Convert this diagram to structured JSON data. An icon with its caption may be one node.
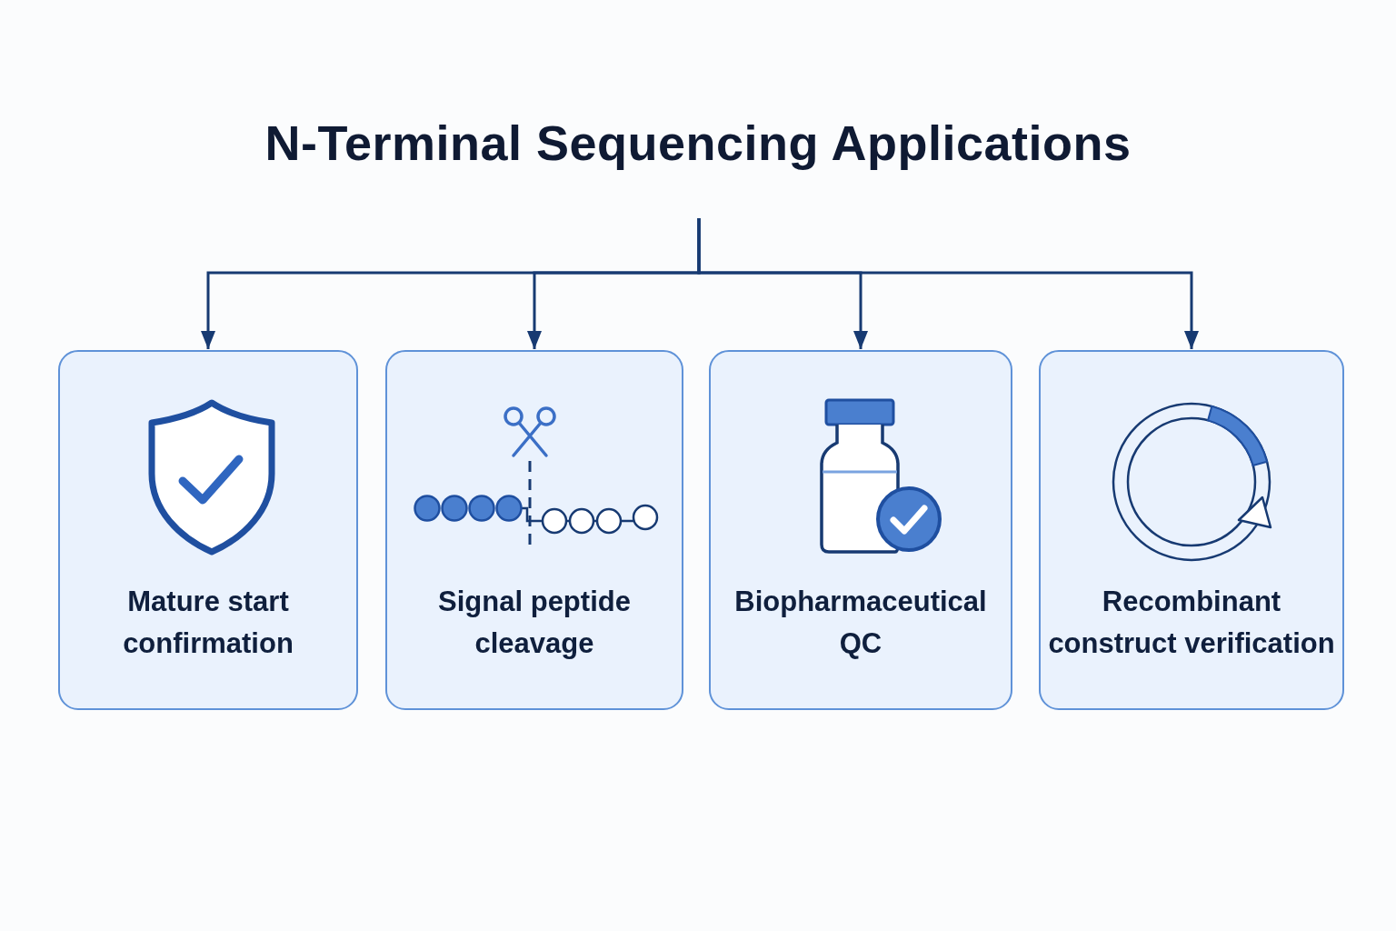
{
  "diagram": {
    "title": "N-Terminal Sequencing Applications",
    "nodes": [
      {
        "text": [
          "Mature start confirmation"
        ]
      },
      {
        "text": [
          "Signal peptide cleavage"
        ]
      },
      {
        "text": [
          "Biopharmaceutical QC"
        ]
      },
      {
        "text": [
          "Recombinant construct verification"
        ]
      }
    ],
    "edges": [
      {
        "from": null,
        "to": 0,
        "arrow": "to"
      },
      {
        "from": null,
        "to": 1,
        "arrow": "to"
      },
      {
        "from": null,
        "to": 2,
        "arrow": "to"
      },
      {
        "from": null,
        "to": 3,
        "arrow": "to"
      }
    ]
  }
}
